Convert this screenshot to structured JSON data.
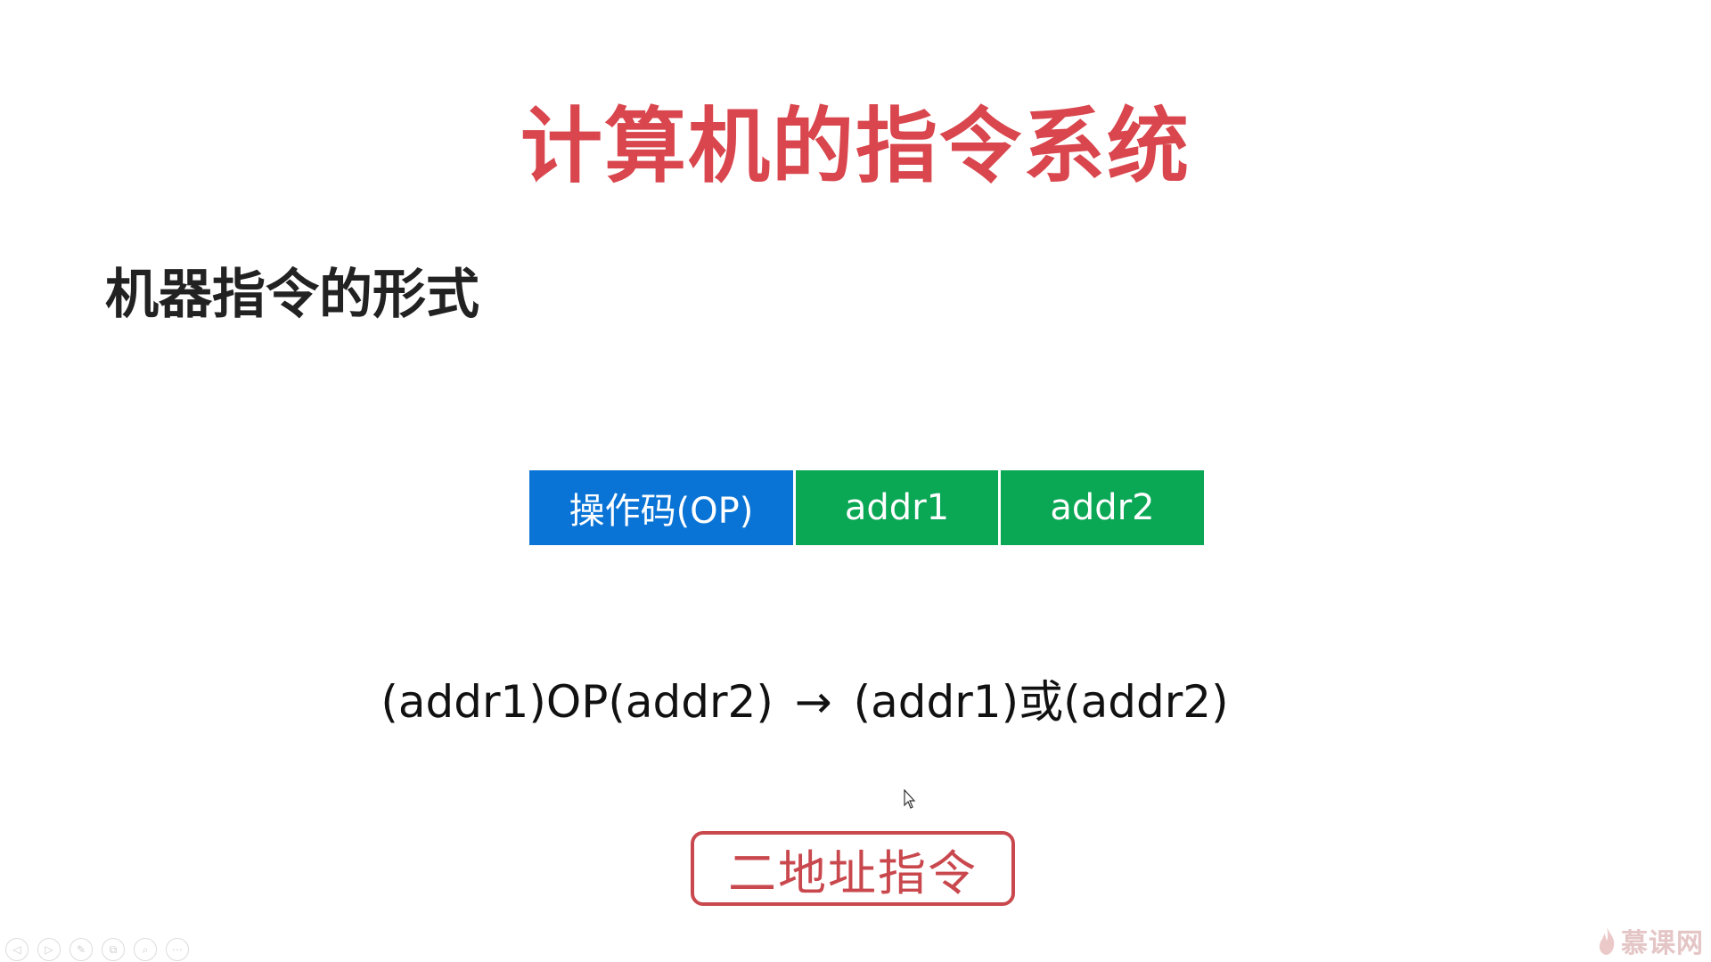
{
  "slide": {
    "title": "计算机的指令系统",
    "subtitle": "机器指令的形式",
    "instruction_fields": [
      {
        "label": "操作码(OP)",
        "color": "#0a74d6"
      },
      {
        "label": "addr1",
        "color": "#0aa755"
      },
      {
        "label": "addr2",
        "color": "#0aa755"
      }
    ],
    "formula": {
      "left": "(addr1)OP(addr2)",
      "arrow": "→",
      "right": "(addr1)或(addr2)"
    },
    "badge": "二地址指令"
  },
  "player_toolbar": {
    "icons": [
      "previous-icon",
      "play-icon",
      "pen-icon",
      "slides-icon",
      "zoom-icon",
      "more-icon"
    ],
    "symbols": [
      "◁",
      "▷",
      "✎",
      "⧉",
      "⌕",
      "⋯"
    ]
  },
  "watermark": {
    "text": "慕课网",
    "color": "#e5c6c6"
  },
  "colors": {
    "title": "#d9464d",
    "badge": "#c9484e",
    "op_field": "#0a74d6",
    "addr_field": "#0aa755"
  }
}
